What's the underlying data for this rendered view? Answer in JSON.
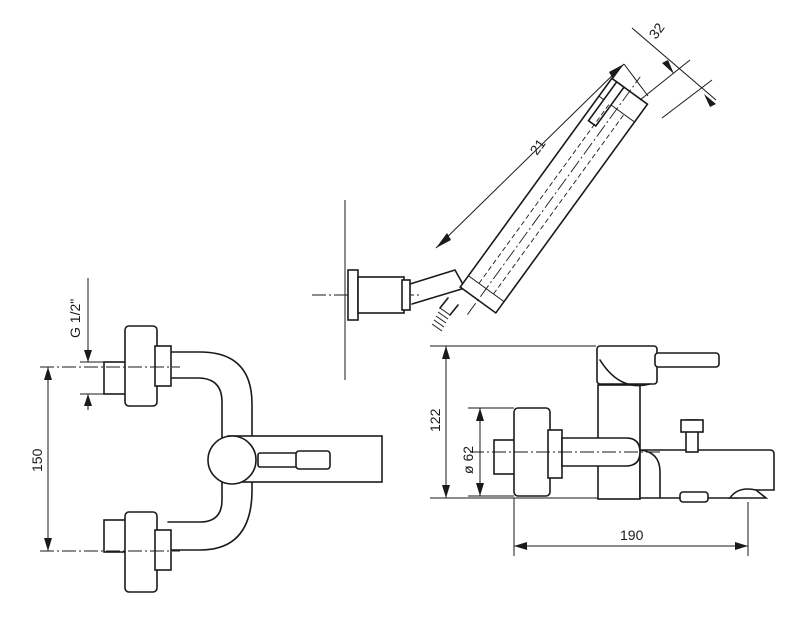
{
  "dimensions": {
    "hand_shower_diameter": "32",
    "hand_shower_length": "21",
    "thread": "G 1/2\"",
    "height_total": "122",
    "eccentric_diameter": "ø 62",
    "center_distance": "150",
    "projection": "190"
  }
}
